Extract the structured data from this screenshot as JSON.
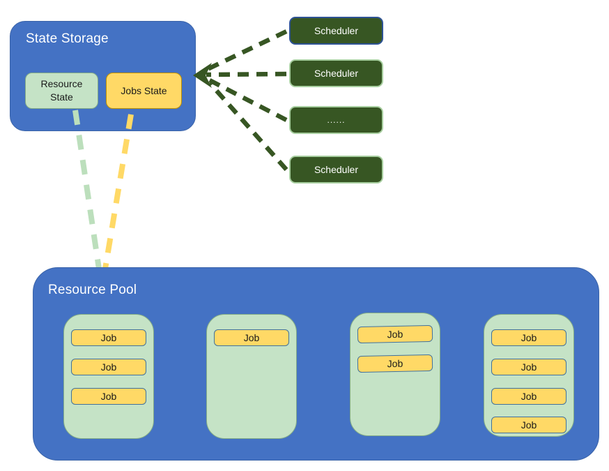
{
  "state_storage": {
    "title": "State Storage",
    "resource_state_label": "Resource State",
    "jobs_state_label": "Jobs State"
  },
  "schedulers": [
    {
      "label": "Scheduler"
    },
    {
      "label": "Scheduler"
    },
    {
      "label": "......"
    },
    {
      "label": "Scheduler"
    }
  ],
  "resource_pool": {
    "title": "Resource Pool",
    "containers": [
      {
        "jobs": [
          "Job",
          "Job",
          "Job"
        ]
      },
      {
        "jobs": [
          "Job"
        ]
      },
      {
        "jobs": [
          "Job",
          "Job"
        ]
      },
      {
        "jobs": [
          "Job",
          "Job",
          "Job",
          "Job"
        ]
      }
    ]
  },
  "colors": {
    "blue": "#4472C4",
    "mint": "#C5E3C6",
    "yellow": "#FFD966",
    "dark_green": "#375623",
    "job_border": "#41719C",
    "gold_border": "#BF9000",
    "mint_border": "#84AC86",
    "sched_selected_border": "#2E5395",
    "line_mint": "#BCDFBC",
    "line_yellow": "#FFD966"
  }
}
